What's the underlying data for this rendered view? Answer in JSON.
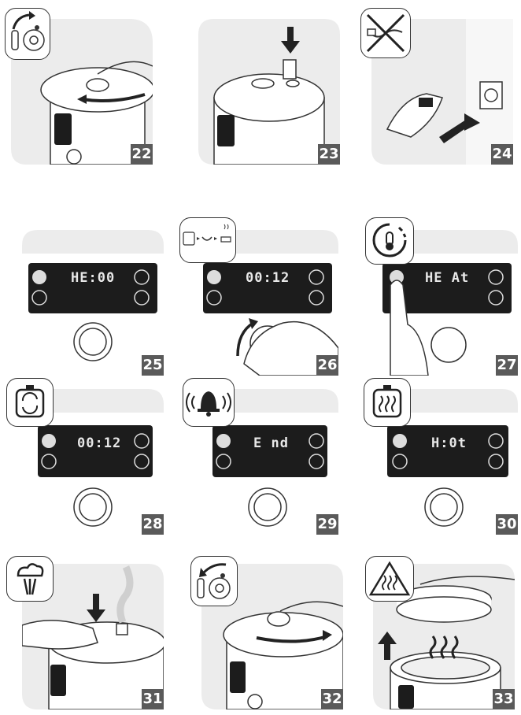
{
  "steps": [
    {
      "num": "22",
      "lcd": ""
    },
    {
      "num": "23",
      "lcd": ""
    },
    {
      "num": "24",
      "lcd": ""
    },
    {
      "num": "25",
      "lcd": "HE:00"
    },
    {
      "num": "26",
      "lcd": "00:12"
    },
    {
      "num": "27",
      "lcd": "HE At"
    },
    {
      "num": "28",
      "lcd": "00:12"
    },
    {
      "num": "29",
      "lcd": "E nd"
    },
    {
      "num": "30",
      "lcd": "H:0t"
    },
    {
      "num": "31",
      "lcd": ""
    },
    {
      "num": "32",
      "lcd": ""
    },
    {
      "num": "33",
      "lcd": ""
    }
  ],
  "colors": {
    "panel": "#ececec",
    "badge": "#5a5a5a",
    "lcd": "#1c1c1c",
    "ink": "#2a2a2a"
  },
  "icons": {
    "p22": "rotate-lid-icon",
    "p24": "unplug-icon",
    "p26": "menu-sequence-icon",
    "p27": "thermometer-timer-icon",
    "p28": "cooking-cycle-icon",
    "p29": "alarm-bell-icon",
    "p30": "keep-warm-icon",
    "p31": "steam-release-icon",
    "p32": "rotate-lid-open-icon",
    "p33": "hot-surface-warning-icon"
  }
}
